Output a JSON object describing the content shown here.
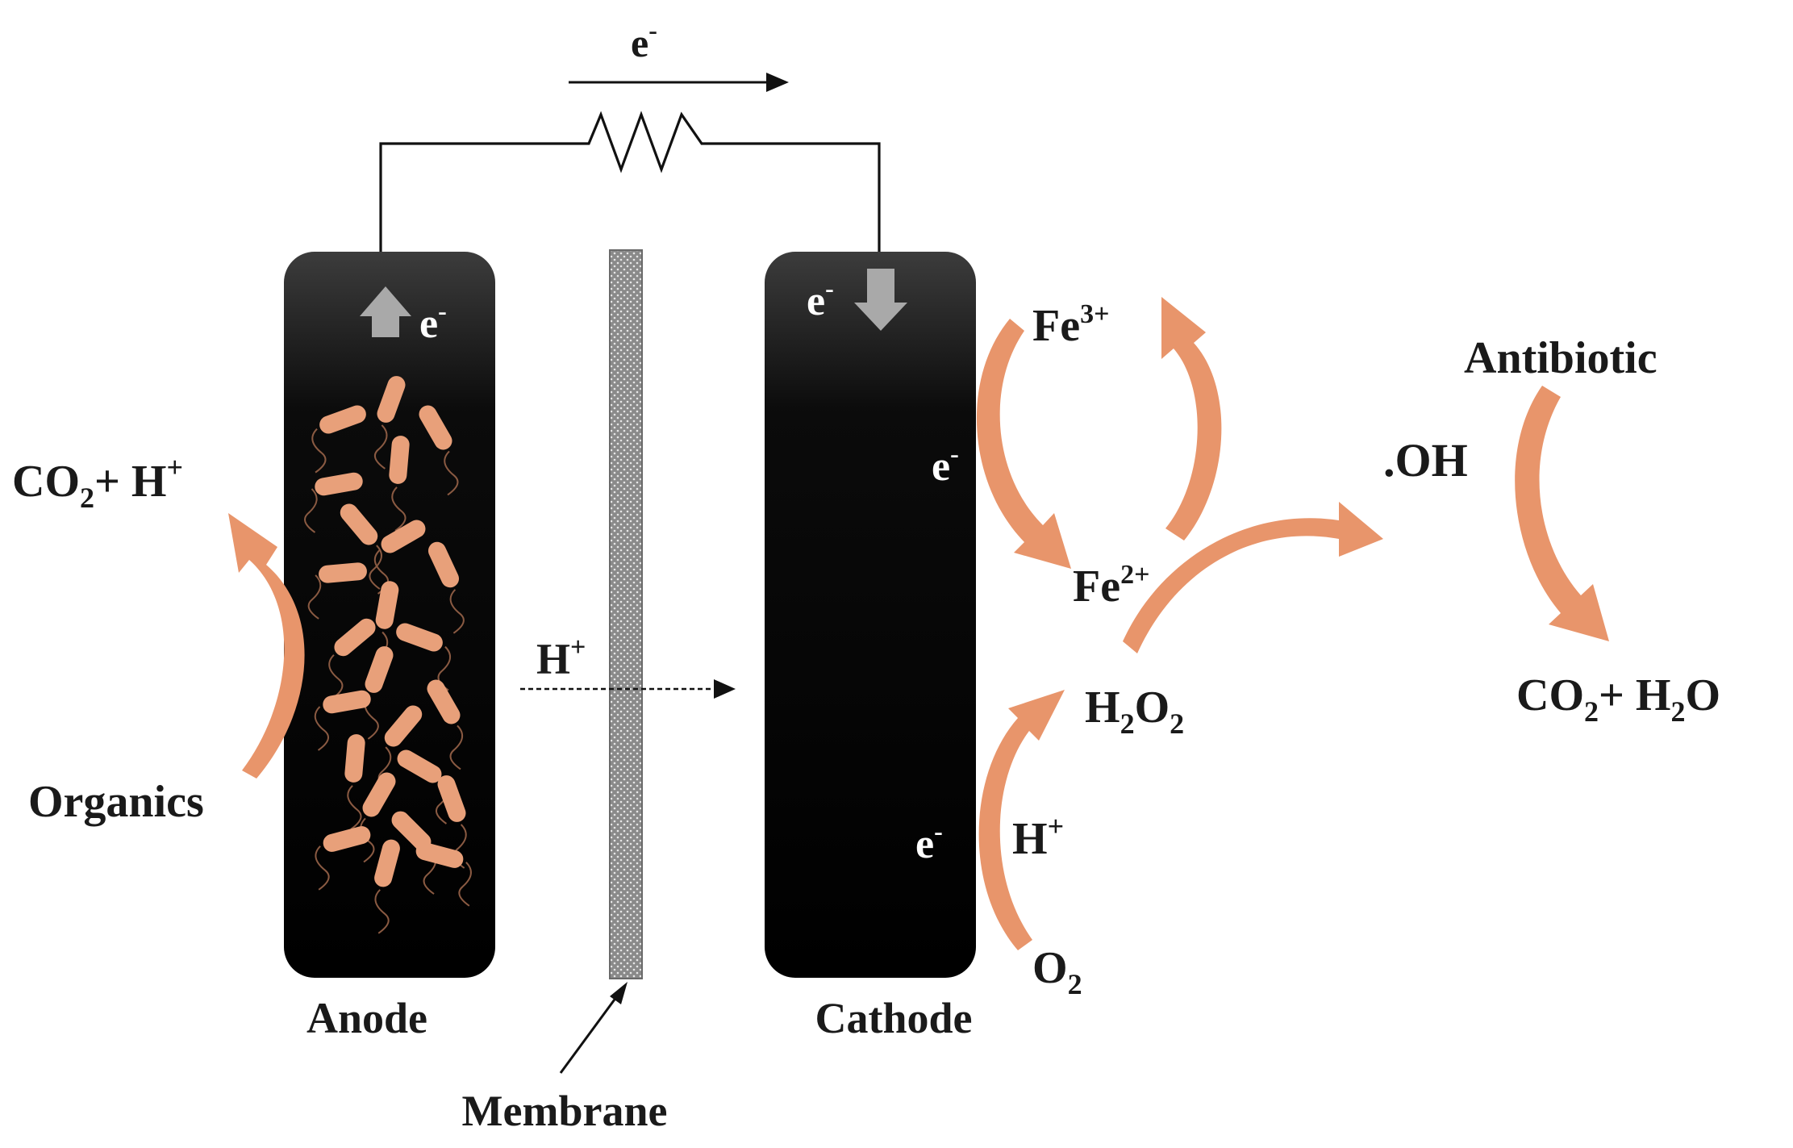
{
  "colors": {
    "arrow": "#e8956b",
    "bacteria": "#e8a07a",
    "electrode": "#050505",
    "wire": "#111111",
    "membrane": "#8a8a8a"
  },
  "circuit": {
    "electron_label": "e",
    "electron_sup": "-"
  },
  "anode": {
    "name": "Anode",
    "electron_label": "e",
    "electron_sup": "-",
    "input": "Organics",
    "output_main": "CO",
    "output_sub": "2",
    "output_mid": "+ H",
    "output_sup": "+"
  },
  "membrane": {
    "name": "Membrane",
    "proton_label": "H",
    "proton_sup": "+"
  },
  "cathode": {
    "name": "Cathode",
    "electron_label": "e",
    "electron_sup": "-",
    "electron_label_2": "e",
    "electron_sup_2": "-",
    "electron_label_3": "e",
    "electron_sup_3": "-"
  },
  "reactions": {
    "fe3": "Fe",
    "fe3_sup": "3+",
    "fe2": "Fe",
    "fe2_sup": "2+",
    "h2o2_a": "H",
    "h2o2_s1": "2",
    "h2o2_b": "O",
    "h2o2_s2": "2",
    "h_plus": "H",
    "h_plus_sup": "+",
    "o2": "O",
    "o2_sub": "2",
    "oh": ".OH",
    "antibiotic": "Antibiotic",
    "final_a": "CO",
    "final_s1": "2",
    "final_b": "+ H",
    "final_s2": "2",
    "final_c": "O"
  }
}
